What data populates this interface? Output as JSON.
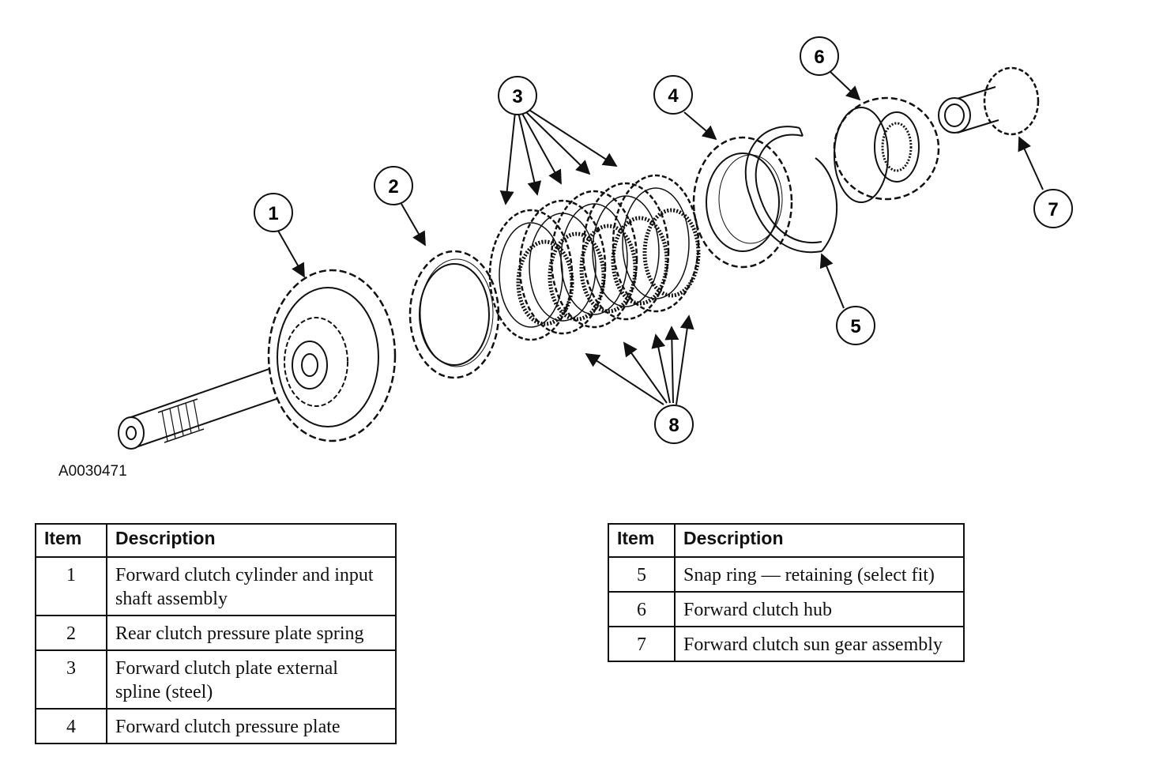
{
  "figure": {
    "id": "A0030471",
    "callouts": [
      "1",
      "2",
      "3",
      "4",
      "5",
      "6",
      "7",
      "8"
    ]
  },
  "legend_left": {
    "headers": {
      "item": "Item",
      "description": "Description"
    },
    "rows": [
      {
        "item": "1",
        "description": "Forward clutch cylinder and input shaft assembly"
      },
      {
        "item": "2",
        "description": "Rear clutch pressure plate spring"
      },
      {
        "item": "3",
        "description": "Forward clutch plate external spline (steel)"
      },
      {
        "item": "4",
        "description": "Forward clutch pressure plate"
      }
    ]
  },
  "legend_right": {
    "headers": {
      "item": "Item",
      "description": "Description"
    },
    "rows": [
      {
        "item": "5",
        "description": "Snap ring — retaining (select fit)"
      },
      {
        "item": "6",
        "description": "Forward clutch hub"
      },
      {
        "item": "7",
        "description": "Forward clutch sun gear assembly"
      }
    ]
  }
}
